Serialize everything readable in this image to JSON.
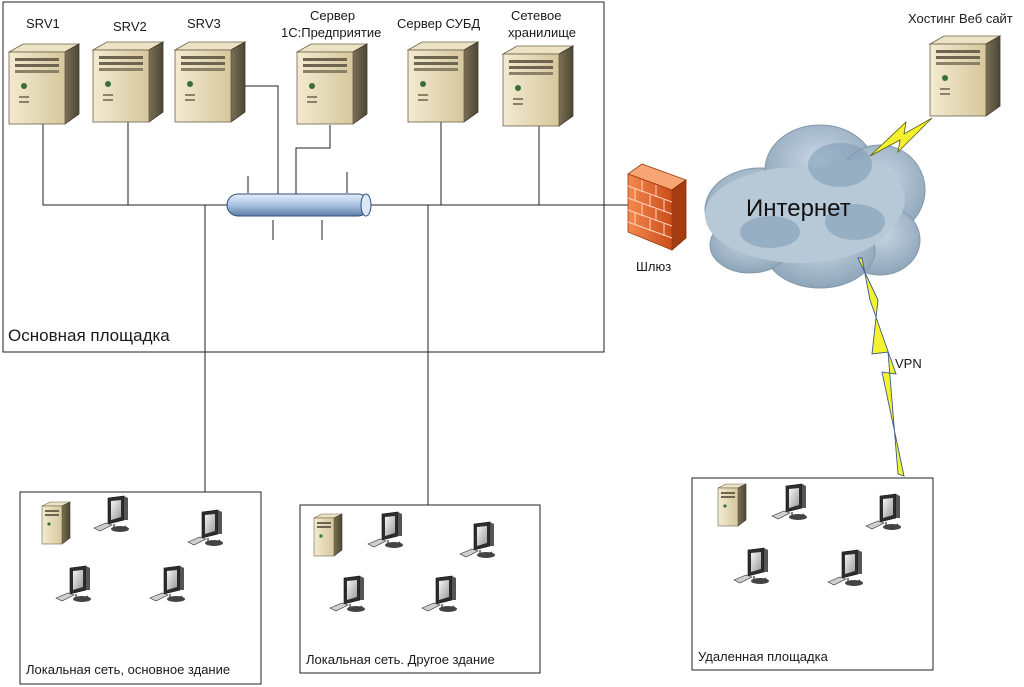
{
  "servers": [
    {
      "id": "srv1",
      "label_lines": [
        "SRV1"
      ]
    },
    {
      "id": "srv2",
      "label_lines": [
        "SRV2"
      ]
    },
    {
      "id": "srv3",
      "label_lines": [
        "SRV3"
      ]
    },
    {
      "id": "srv-1c",
      "label_lines": [
        "Сервер",
        "1С:Предприятие"
      ]
    },
    {
      "id": "srv-dbms",
      "label_lines": [
        "Сервер СУБД"
      ]
    },
    {
      "id": "srv-nas",
      "label_lines": [
        "Сетевое",
        "хранилище"
      ]
    }
  ],
  "main_site": {
    "label": "Основная площадка"
  },
  "gateway": {
    "label": "Шлюз"
  },
  "internet": {
    "label": "Интернет"
  },
  "hosting": {
    "label": "Хостинг Веб сайт"
  },
  "vpn": {
    "label": "VPN"
  },
  "lan_main": {
    "label": "Локальная сеть, основное здание"
  },
  "lan_other": {
    "label": "Локальная сеть. Другое здание"
  },
  "remote_site": {
    "label": "Удаленная площадка"
  },
  "colors": {
    "server_front": "#e8dcb8",
    "hub": "#b9cde6",
    "firewall": "#e8632d",
    "cloud": "#a9bccb",
    "bolt": "#f4f22e"
  }
}
